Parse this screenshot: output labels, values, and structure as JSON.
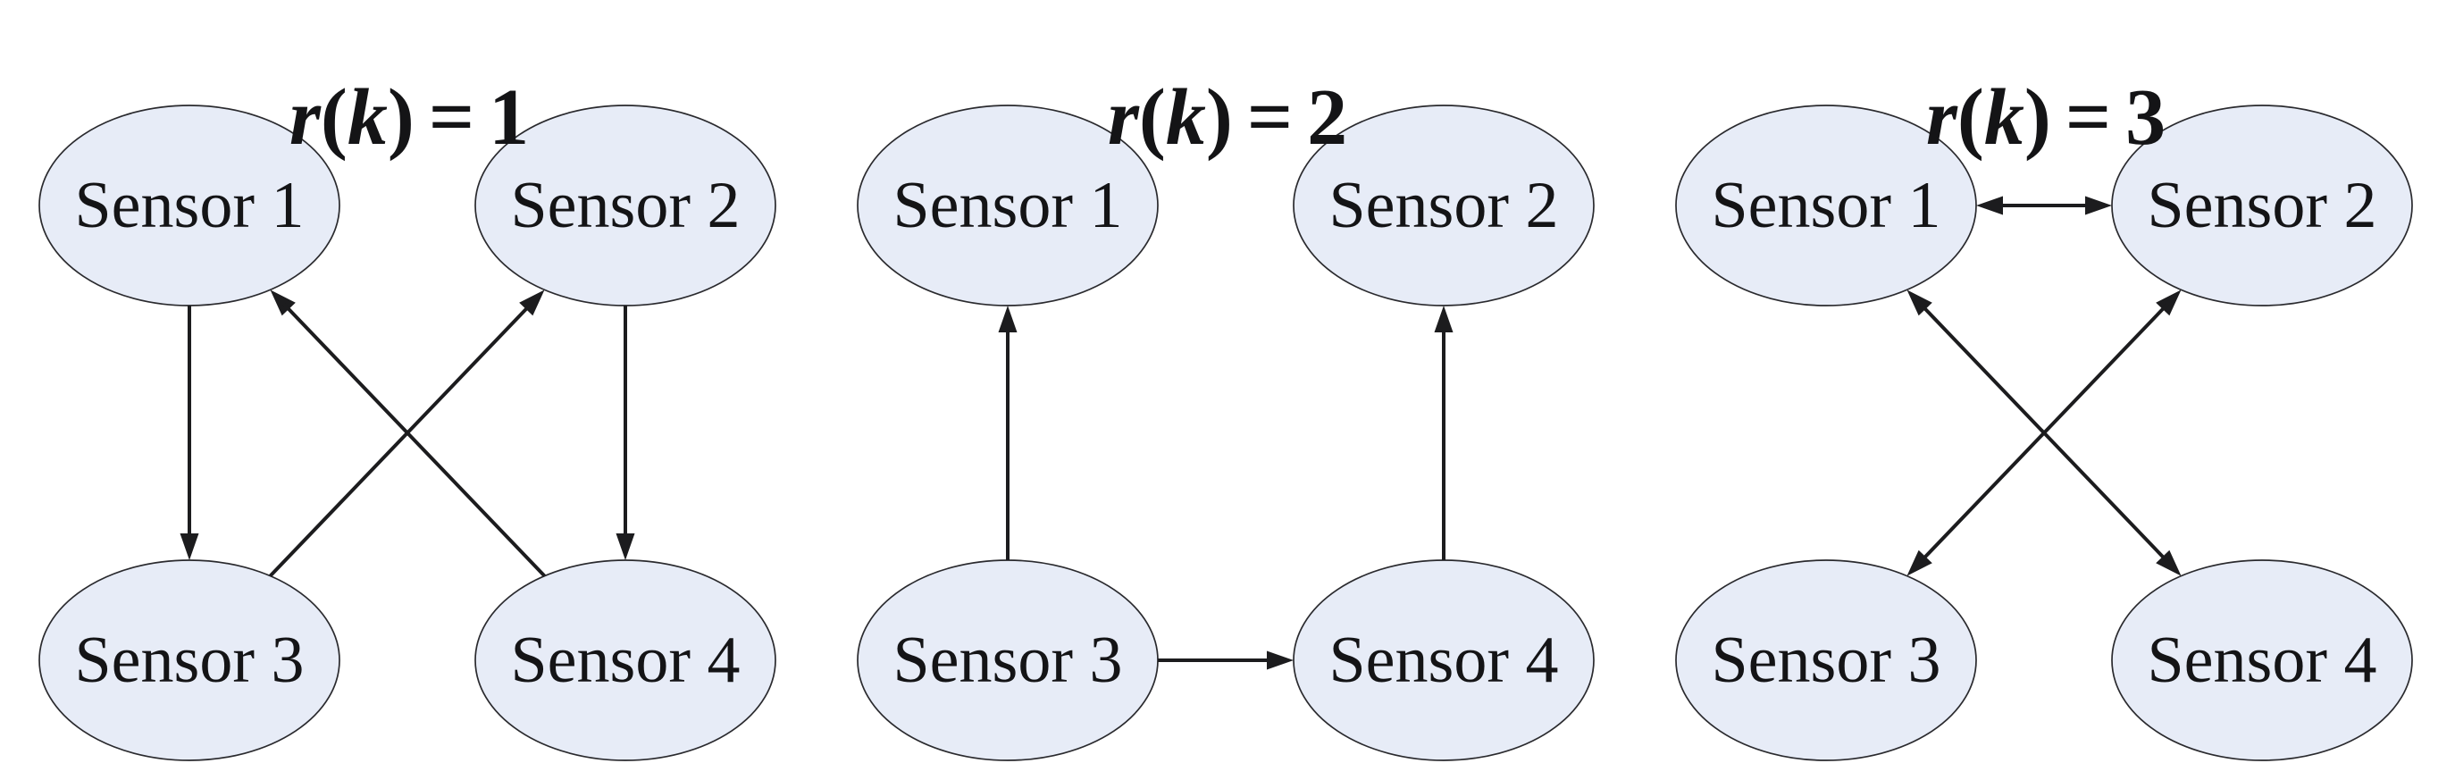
{
  "figure": {
    "description": "Three sensor communication topology diagrams for switching signal values",
    "colors": {
      "background": "#ffffff",
      "node_fill": "#e7ecf7",
      "node_stroke": "#2a2a2e",
      "edge": "#1c1c1e",
      "text": "#141416"
    },
    "panels": [
      {
        "title": "r(k) = 1",
        "title_parts": {
          "var": "r",
          "lparen": "(",
          "arg": "k",
          "rparen": ")",
          "equals": "=",
          "value": "1"
        },
        "nodes": [
          {
            "id": "sensor1",
            "label": "Sensor 1",
            "col": 0,
            "row": 0
          },
          {
            "id": "sensor2",
            "label": "Sensor 2",
            "col": 1,
            "row": 0
          },
          {
            "id": "sensor3",
            "label": "Sensor 3",
            "col": 0,
            "row": 1
          },
          {
            "id": "sensor4",
            "label": "Sensor 4",
            "col": 1,
            "row": 1
          }
        ],
        "edges": [
          {
            "from": "sensor1",
            "to": "sensor3",
            "bidirectional": false
          },
          {
            "from": "sensor2",
            "to": "sensor4",
            "bidirectional": false
          },
          {
            "from": "sensor3",
            "to": "sensor2",
            "bidirectional": false
          },
          {
            "from": "sensor4",
            "to": "sensor1",
            "bidirectional": false
          }
        ]
      },
      {
        "title": "r(k) = 2",
        "title_parts": {
          "var": "r",
          "lparen": "(",
          "arg": "k",
          "rparen": ")",
          "equals": "=",
          "value": "2"
        },
        "nodes": [
          {
            "id": "sensor1",
            "label": "Sensor 1",
            "col": 0,
            "row": 0
          },
          {
            "id": "sensor2",
            "label": "Sensor 2",
            "col": 1,
            "row": 0
          },
          {
            "id": "sensor3",
            "label": "Sensor 3",
            "col": 0,
            "row": 1
          },
          {
            "id": "sensor4",
            "label": "Sensor 4",
            "col": 1,
            "row": 1
          }
        ],
        "edges": [
          {
            "from": "sensor3",
            "to": "sensor1",
            "bidirectional": false
          },
          {
            "from": "sensor4",
            "to": "sensor2",
            "bidirectional": false
          },
          {
            "from": "sensor3",
            "to": "sensor4",
            "bidirectional": false
          }
        ]
      },
      {
        "title": "r(k) = 3",
        "title_parts": {
          "var": "r",
          "lparen": "(",
          "arg": "k",
          "rparen": ")",
          "equals": "=",
          "value": "3"
        },
        "nodes": [
          {
            "id": "sensor1",
            "label": "Sensor 1",
            "col": 0,
            "row": 0
          },
          {
            "id": "sensor2",
            "label": "Sensor 2",
            "col": 1,
            "row": 0
          },
          {
            "id": "sensor3",
            "label": "Sensor 3",
            "col": 0,
            "row": 1
          },
          {
            "id": "sensor4",
            "label": "Sensor 4",
            "col": 1,
            "row": 1
          }
        ],
        "edges": [
          {
            "from": "sensor1",
            "to": "sensor2",
            "bidirectional": true
          },
          {
            "from": "sensor2",
            "to": "sensor3",
            "bidirectional": true
          },
          {
            "from": "sensor1",
            "to": "sensor4",
            "bidirectional": true
          }
        ]
      }
    ]
  }
}
